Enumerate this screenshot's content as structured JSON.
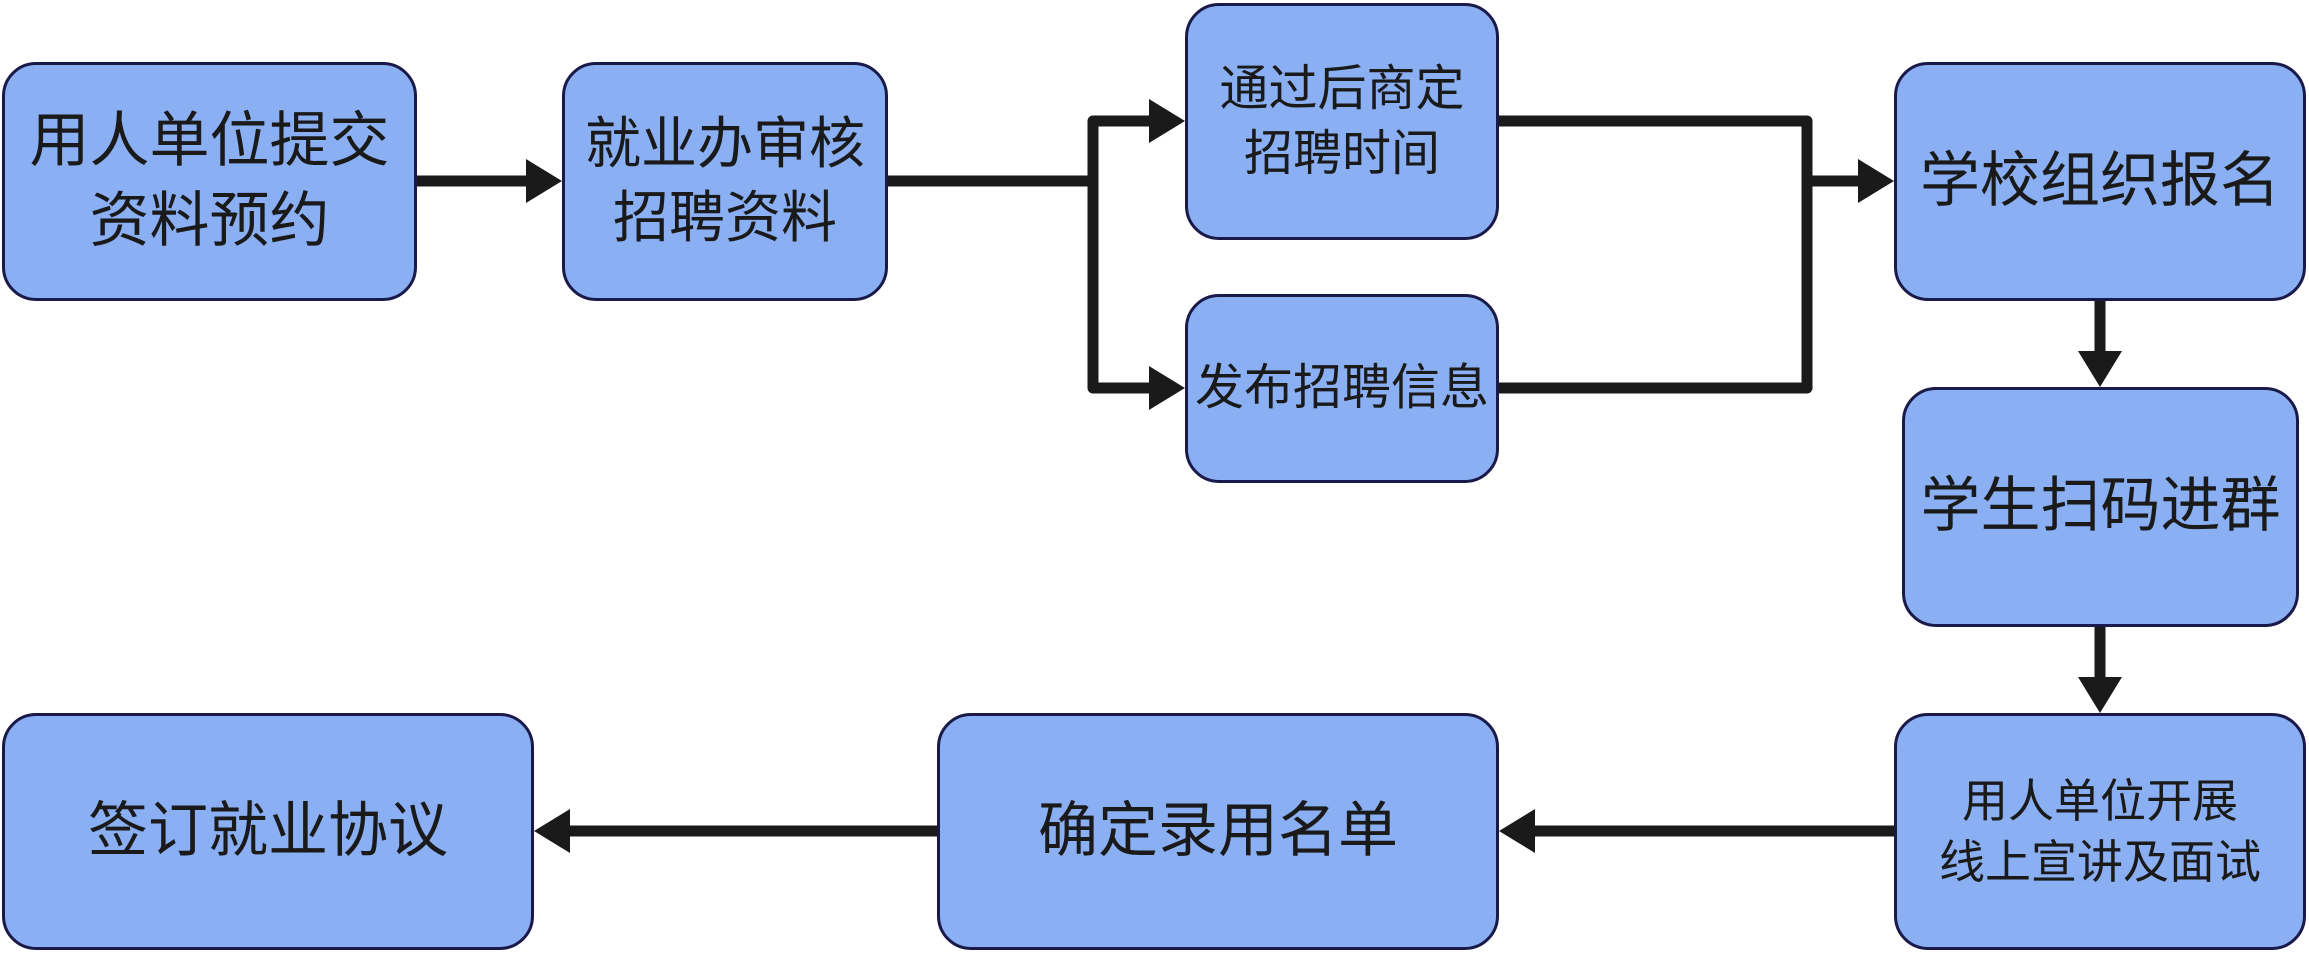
{
  "diagram": {
    "node_fill": "#8aaff3",
    "node_border": "#1a1a4a",
    "connector_color": "#1a1a1a",
    "nodes": {
      "submit_materials": "用人单位提交\n资料预约",
      "review_materials": "就业办审核\n招聘资料",
      "schedule_time": "通过后商定\n招聘时间",
      "publish_info": "发布招聘信息",
      "school_registration": "学校组织报名",
      "students_join_group": "学生扫码进群",
      "online_presentation": "用人单位开展\n线上宣讲及面试",
      "confirm_list": "确定录用名单",
      "sign_agreement": "签订就业协议"
    },
    "edges": [
      {
        "from": "submit_materials",
        "to": "review_materials"
      },
      {
        "from": "review_materials",
        "to": "schedule_time"
      },
      {
        "from": "review_materials",
        "to": "publish_info"
      },
      {
        "from": "schedule_time",
        "to": "school_registration"
      },
      {
        "from": "publish_info",
        "to": "school_registration"
      },
      {
        "from": "school_registration",
        "to": "students_join_group"
      },
      {
        "from": "students_join_group",
        "to": "online_presentation"
      },
      {
        "from": "online_presentation",
        "to": "confirm_list"
      },
      {
        "from": "confirm_list",
        "to": "sign_agreement"
      }
    ]
  }
}
